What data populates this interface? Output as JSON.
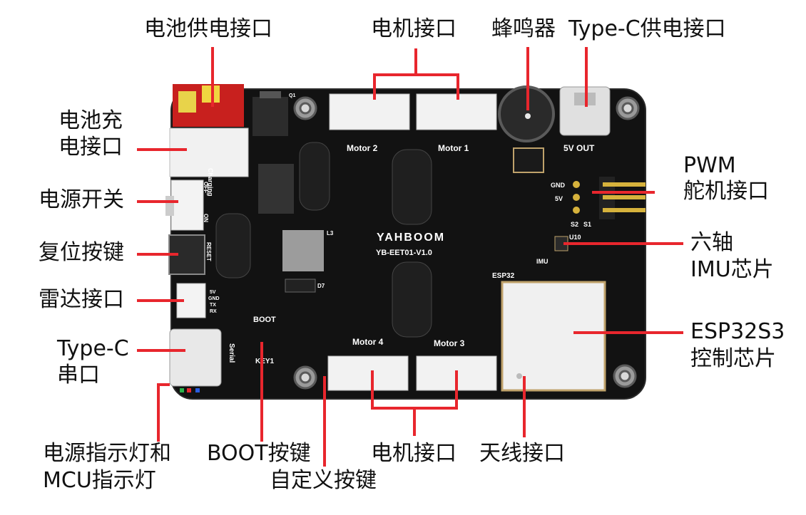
{
  "labels": {
    "battery_power_port": "电池供电接口",
    "motor_port_top": "电机接口",
    "buzzer": "蜂鸣器",
    "typec_power_port": "Type-C供电接口",
    "battery_charge_port_l1": "电池充",
    "battery_charge_port_l2": "电接口",
    "power_switch": "电源开关",
    "reset_button": "复位按键",
    "lidar_port": "雷达接口",
    "typec_serial_l1": "Type-C",
    "typec_serial_l2": "串口",
    "pwm_servo_l1": "PWM",
    "pwm_servo_l2": "舵机接口",
    "imu_l1": "六轴",
    "imu_l2": "IMU芯片",
    "esp32_l1": "ESP32S3",
    "esp32_l2": "控制芯片",
    "power_mcu_led_l1": "电源指示灯和",
    "power_mcu_led_l2": "MCU指示灯",
    "boot_button": "BOOT按键",
    "custom_button": "自定义按键",
    "motor_port_bottom": "电机接口",
    "antenna_port": "天线接口"
  },
  "silkscreen": {
    "motor1": "Motor 1",
    "motor2": "Motor 2",
    "motor3": "Motor 3",
    "motor4": "Motor 4",
    "brand": "YAHBOOM",
    "model": "YB-EET01-V1.0",
    "out5v": "5V OUT",
    "gnd": "GND",
    "v5": "5V",
    "s1": "S1",
    "s2": "S2",
    "u10": "U10",
    "imu": "IMU",
    "esp32": "ESP32",
    "boot": "BOOT",
    "key1": "KEY1",
    "serial": "Serial",
    "charging": "Charging",
    "off": "OFF",
    "on": "ON",
    "reset": "RESET",
    "pin_5v": "5V",
    "pin_gnd": "GND",
    "pin_tx": "TX",
    "pin_rx": "RX",
    "q1": "Q1",
    "l3": "L3",
    "d7": "D7"
  },
  "colors": {
    "board": "#111111",
    "callout": "#e8262d",
    "connector": "#f4f4f4",
    "silk": "#ffffff"
  }
}
